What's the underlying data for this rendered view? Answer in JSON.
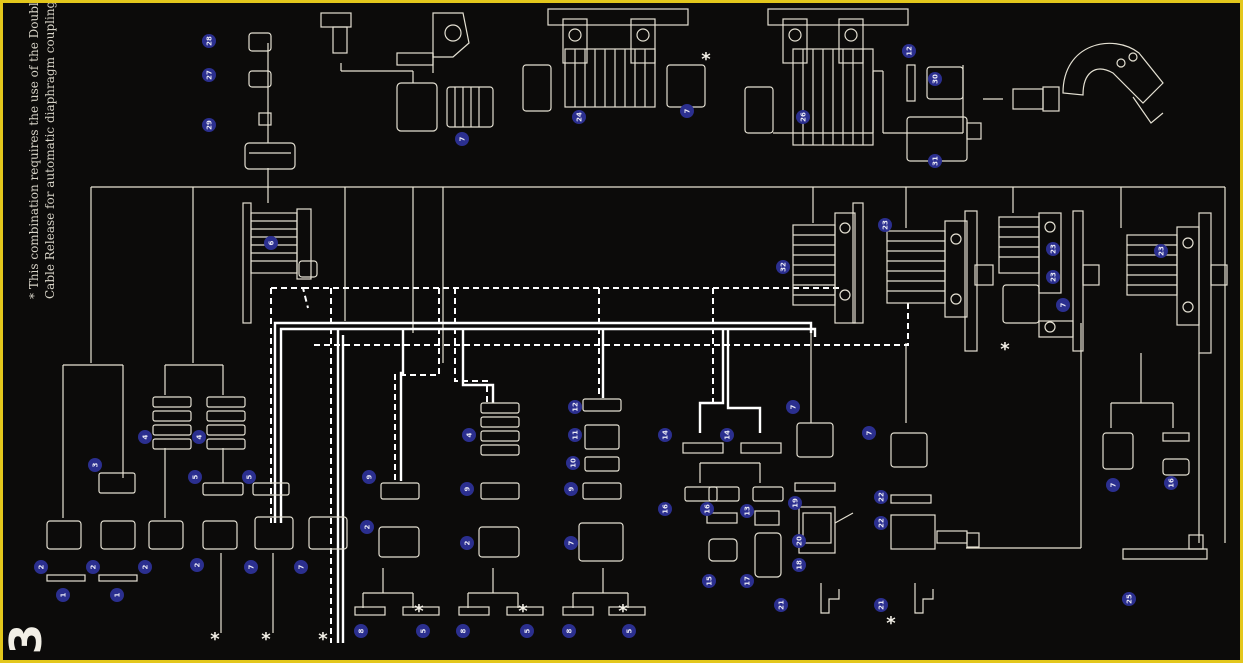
{
  "footnote": {
    "marker": "*",
    "lines": [
      "*  This combination requires the use of the Double",
      "Cable Release for automatic diaphragm coupling"
    ]
  },
  "plate_number": "3",
  "colors": {
    "background": "#0c0b0a",
    "border": "#e3c71c",
    "badge": "#2b2f8f",
    "line": "#e8e4d4"
  },
  "badges": [
    {
      "id": "b1a",
      "label": "1"
    },
    {
      "id": "b1b",
      "label": "1"
    },
    {
      "id": "b2a",
      "label": "2"
    },
    {
      "id": "b2b",
      "label": "2"
    },
    {
      "id": "b2c",
      "label": "2"
    },
    {
      "id": "b2d",
      "label": "2"
    },
    {
      "id": "b2e",
      "label": "2"
    },
    {
      "id": "b2f",
      "label": "2"
    },
    {
      "id": "b3",
      "label": "3"
    },
    {
      "id": "b4a",
      "label": "4"
    },
    {
      "id": "b4b",
      "label": "4"
    },
    {
      "id": "b4c",
      "label": "4"
    },
    {
      "id": "b5a",
      "label": "5"
    },
    {
      "id": "b5b",
      "label": "5"
    },
    {
      "id": "b5c",
      "label": "5"
    },
    {
      "id": "b5d",
      "label": "5"
    },
    {
      "id": "b5e",
      "label": "5"
    },
    {
      "id": "b6",
      "label": "6"
    },
    {
      "id": "b7a",
      "label": "7"
    },
    {
      "id": "b7b",
      "label": "7"
    },
    {
      "id": "b7c",
      "label": "7"
    },
    {
      "id": "b7d",
      "label": "7"
    },
    {
      "id": "b7e",
      "label": "7"
    },
    {
      "id": "b7f",
      "label": "7"
    },
    {
      "id": "b7g",
      "label": "7"
    },
    {
      "id": "b7h",
      "label": "7"
    },
    {
      "id": "b7i",
      "label": "7"
    },
    {
      "id": "b8a",
      "label": "8"
    },
    {
      "id": "b8b",
      "label": "8"
    },
    {
      "id": "b8c",
      "label": "8"
    },
    {
      "id": "b9a",
      "label": "9"
    },
    {
      "id": "b9b",
      "label": "9"
    },
    {
      "id": "b9c",
      "label": "9"
    },
    {
      "id": "b10",
      "label": "10"
    },
    {
      "id": "b11",
      "label": "11"
    },
    {
      "id": "b12a",
      "label": "12"
    },
    {
      "id": "b12b",
      "label": "12"
    },
    {
      "id": "b13",
      "label": "13"
    },
    {
      "id": "b14a",
      "label": "14"
    },
    {
      "id": "b14b",
      "label": "14"
    },
    {
      "id": "b15",
      "label": "15"
    },
    {
      "id": "b16a",
      "label": "16"
    },
    {
      "id": "b16b",
      "label": "16"
    },
    {
      "id": "b16c",
      "label": "16"
    },
    {
      "id": "b17",
      "label": "17"
    },
    {
      "id": "b18",
      "label": "18"
    },
    {
      "id": "b19",
      "label": "19"
    },
    {
      "id": "b20",
      "label": "20"
    },
    {
      "id": "b21a",
      "label": "21"
    },
    {
      "id": "b21b",
      "label": "21"
    },
    {
      "id": "b22a",
      "label": "22"
    },
    {
      "id": "b22b",
      "label": "22"
    },
    {
      "id": "b23a",
      "label": "23"
    },
    {
      "id": "b23b",
      "label": "23"
    },
    {
      "id": "b23c",
      "label": "23"
    },
    {
      "id": "b23d",
      "label": "23"
    },
    {
      "id": "b24",
      "label": "24"
    },
    {
      "id": "b25",
      "label": "25"
    },
    {
      "id": "b26",
      "label": "26"
    },
    {
      "id": "b27",
      "label": "27"
    },
    {
      "id": "b28",
      "label": "28"
    },
    {
      "id": "b29",
      "label": "29"
    },
    {
      "id": "b30",
      "label": "30"
    },
    {
      "id": "b31",
      "label": "31"
    },
    {
      "id": "b32",
      "label": "32"
    }
  ],
  "stars": [
    {
      "id": "s1",
      "label": "*"
    },
    {
      "id": "s2",
      "label": "*"
    },
    {
      "id": "s3",
      "label": "*"
    },
    {
      "id": "s4",
      "label": "*"
    },
    {
      "id": "s5",
      "label": "*"
    },
    {
      "id": "s6",
      "label": "*"
    },
    {
      "id": "s7",
      "label": "*"
    },
    {
      "id": "s8",
      "label": "*"
    },
    {
      "id": "s9",
      "label": "*"
    }
  ]
}
